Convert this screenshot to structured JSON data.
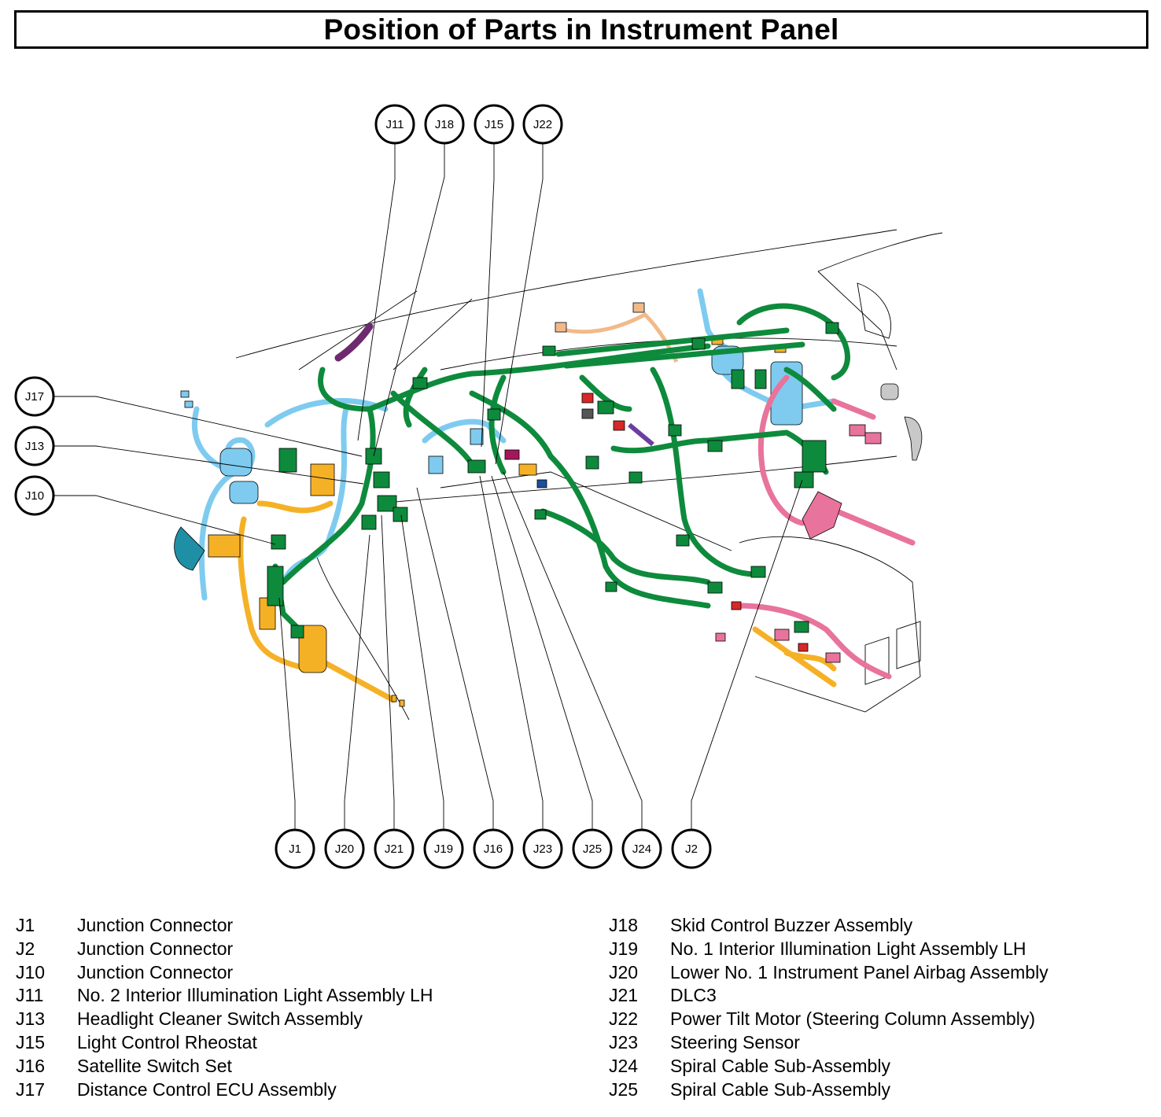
{
  "title": "Position of Parts in Instrument Panel",
  "callouts_top": [
    "J11",
    "J18",
    "J15",
    "J22"
  ],
  "callouts_left": [
    "J17",
    "J13",
    "J10"
  ],
  "callouts_bottom": [
    "J1",
    "J20",
    "J21",
    "J19",
    "J16",
    "J23",
    "J25",
    "J24",
    "J2"
  ],
  "colors": {
    "harness_green": "#0e8a3c",
    "light_blue": "#7ecbef",
    "orange": "#f5b126",
    "pink": "#e8739c",
    "purple": "#6e2a6e",
    "outline": "#000000"
  },
  "legend_left": [
    {
      "code": "J1",
      "name": "Junction Connector"
    },
    {
      "code": "J2",
      "name": "Junction Connector"
    },
    {
      "code": "J10",
      "name": "Junction Connector"
    },
    {
      "code": "J11",
      "name": "No. 2 Interior Illumination Light Assembly LH"
    },
    {
      "code": "J13",
      "name": "Headlight Cleaner Switch Assembly"
    },
    {
      "code": "J15",
      "name": "Light Control Rheostat"
    },
    {
      "code": "J16",
      "name": "Satellite Switch Set"
    },
    {
      "code": "J17",
      "name": "Distance Control ECU Assembly"
    }
  ],
  "legend_right": [
    {
      "code": "J18",
      "name": "Skid Control Buzzer Assembly"
    },
    {
      "code": "J19",
      "name": "No. 1 Interior Illumination Light Assembly LH"
    },
    {
      "code": "J20",
      "name": "Lower No. 1 Instrument Panel Airbag Assembly"
    },
    {
      "code": "J21",
      "name": "DLC3"
    },
    {
      "code": "J22",
      "name": "Power Tilt Motor (Steering Column Assembly)"
    },
    {
      "code": "J23",
      "name": "Steering Sensor"
    },
    {
      "code": "J24",
      "name": "Spiral Cable Sub-Assembly"
    },
    {
      "code": "J25",
      "name": "Spiral Cable Sub-Assembly"
    }
  ]
}
